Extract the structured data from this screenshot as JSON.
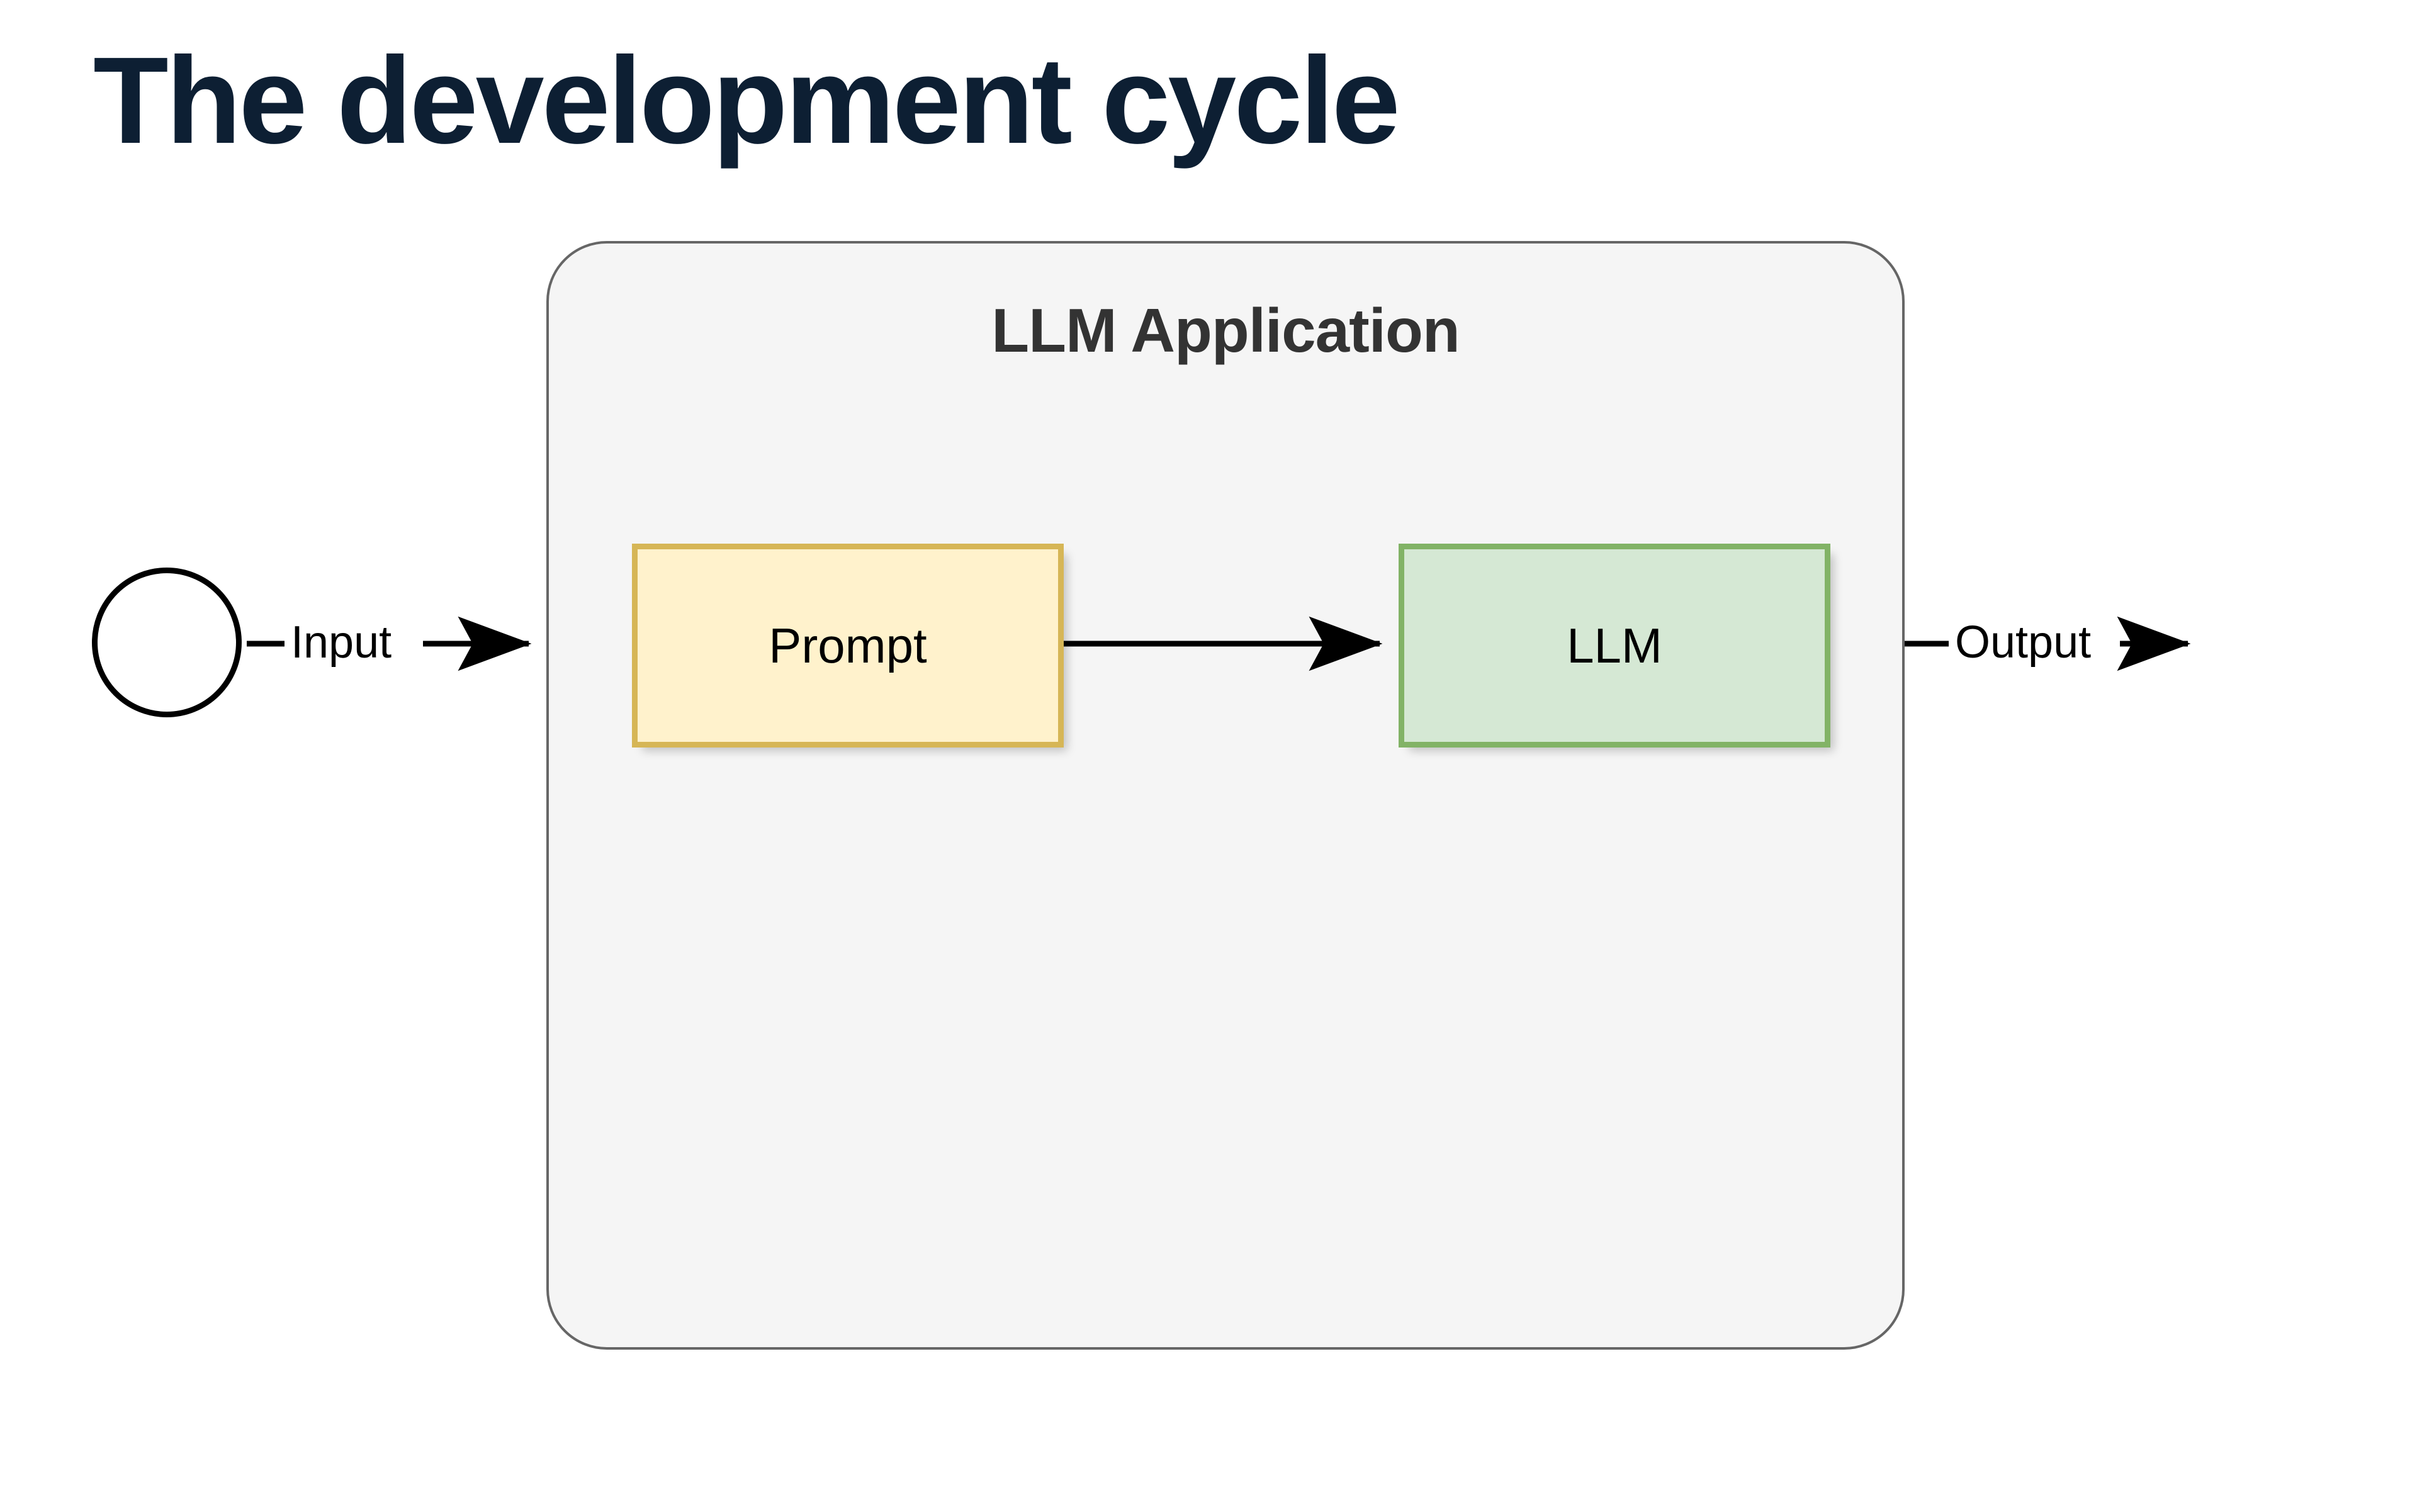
{
  "page": {
    "title": "The development cycle",
    "background_color": "#ffffff",
    "title_color": "#0d1f33"
  },
  "diagram": {
    "type": "flowchart",
    "container": {
      "label": "LLM Application",
      "fill_color": "#f5f5f5",
      "border_color": "#666666",
      "label_color": "#333333"
    },
    "nodes": [
      {
        "id": "start",
        "shape": "circle",
        "label": "",
        "fill_color": "#ffffff",
        "border_color": "#000000"
      },
      {
        "id": "prompt",
        "shape": "rectangle",
        "label": "Prompt",
        "fill_color": "#fff2cc",
        "border_color": "#d6b656",
        "text_color": "#000000"
      },
      {
        "id": "llm",
        "shape": "rectangle",
        "label": "LLM",
        "fill_color": "#d5e8d4",
        "border_color": "#82b366",
        "text_color": "#000000"
      }
    ],
    "edges": [
      {
        "id": "start-to-app",
        "from": "start",
        "to": "llm-app-container",
        "label": "Input",
        "color": "#000000",
        "arrowhead": "filled-triangle"
      },
      {
        "id": "prompt-to-llm",
        "from": "prompt",
        "to": "llm",
        "label": "",
        "color": "#000000",
        "arrowhead": "filled-triangle"
      },
      {
        "id": "app-to-end",
        "from": "llm-app-container",
        "to": "",
        "label": "Output",
        "color": "#000000",
        "arrowhead": "filled-triangle"
      }
    ]
  }
}
